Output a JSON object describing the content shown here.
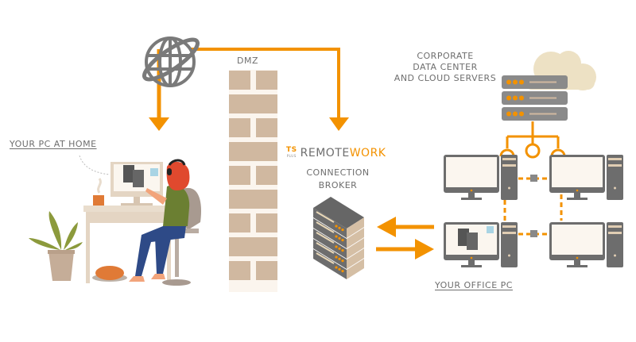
{
  "labels": {
    "dmz": "DMZ",
    "home_pc": "YOUR PC AT HOME",
    "office_pc": "YOUR OFFICE PC",
    "datacenter_line1": "CORPORATE",
    "datacenter_line2": "DATA CENTER",
    "datacenter_line3": "AND CLOUD SERVERS",
    "broker_line1": "CONNECTION",
    "broker_line2": "BROKER"
  },
  "brand": {
    "ts": "TS",
    "plus": "PLUS",
    "remote": "REMOTE",
    "work": "WORK"
  },
  "icons": {
    "internet": "globe-icon",
    "firewall": "brick-wall-icon",
    "broker": "server-rack-icon",
    "cloud": "cloud-icon",
    "datacenter": "server-stack-icon",
    "workstation": "desktop-computer-icon"
  },
  "colors": {
    "accent": "#f39200",
    "text": "#6e6e6e",
    "brick": "#d0b8a0",
    "mortar": "#fbf5ee",
    "device": "#6d6d6d",
    "screen": "#fbf6ef",
    "cloud": "#ede1c4"
  }
}
